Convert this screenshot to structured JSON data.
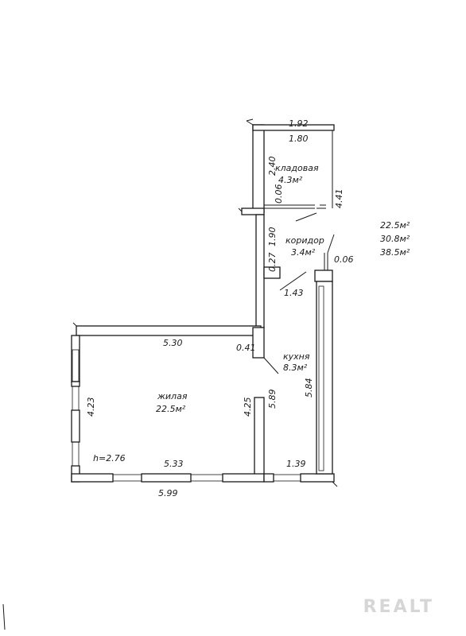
{
  "rooms": {
    "storage": {
      "name": "кладовая",
      "area": "4.3м²"
    },
    "corridor": {
      "name": "коридор",
      "area": "3.4м²"
    },
    "kitchen": {
      "name": "кухня",
      "area": "8.3м²"
    },
    "living": {
      "name": "жилая",
      "area": "22.5м²"
    }
  },
  "totals": {
    "living": "22.5м²",
    "useful": "30.8м²",
    "total": "38.5м²"
  },
  "dimensions": {
    "storage_outer_width": "1.92",
    "storage_inner_width": "1.80",
    "storage_height": "2.40",
    "storage_wall": "0.06",
    "right_wall_height": "4.41",
    "corridor_height": "1.90",
    "corridor_wall": "0.27",
    "corridor_right_wall": "0.06",
    "corridor_width": "1.43",
    "living_top_width": "5.30",
    "partition_wall": "0.41",
    "living_left_height": "4.23",
    "living_right_height": "4.25",
    "kitchen_height": "5.89",
    "kitchen_right_height": "5.84",
    "ceiling_height": "h=2.76",
    "living_bottom_width": "5.33",
    "kitchen_bottom_width": "1.39",
    "total_width": "5.99"
  },
  "watermark": "REALT"
}
